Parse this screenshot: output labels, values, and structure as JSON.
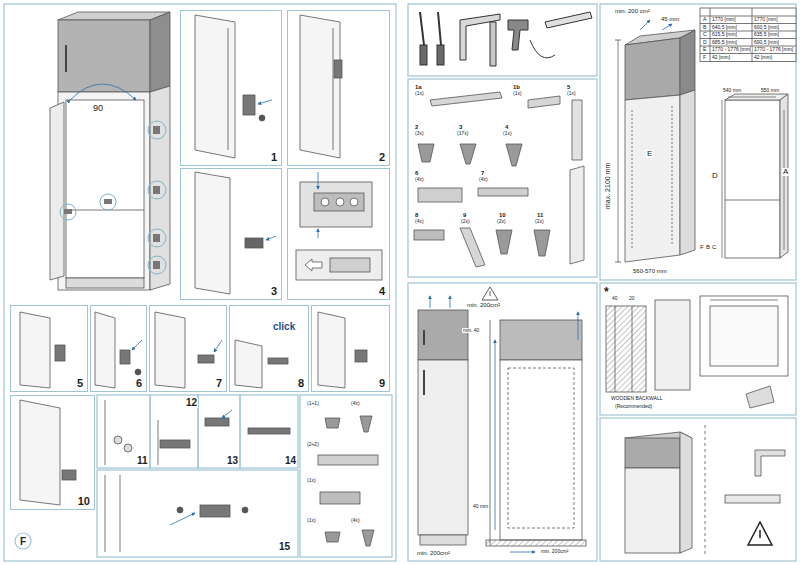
{
  "diagram": {
    "nodes": [
      {
        "text": [
          "1"
        ]
      },
      {
        "text": [
          "2"
        ]
      },
      {
        "text": [
          "3"
        ]
      },
      {
        "text": [
          "4"
        ]
      },
      {
        "text": [
          "5"
        ]
      },
      {
        "text": [
          "6"
        ]
      },
      {
        "text": [
          "7"
        ]
      },
      {
        "text": [
          "8"
        ]
      },
      {
        "text": [
          "9"
        ]
      },
      {
        "text": [
          "10"
        ]
      }
    ],
    "labels": [
      "90",
      "11",
      "12",
      "13",
      "14",
      "15",
      "click",
      "F",
      "(1+1)",
      "(4x)",
      "(2+2)",
      "(1x)",
      "(1x)",
      "(4x)",
      "1a",
      "(1x)",
      "1b",
      "(1x)",
      "2",
      "(3x)",
      "3",
      "(17x)",
      "4",
      "(1x)",
      "5",
      "(1x)",
      "6",
      "(4x)",
      "7",
      "(4x)",
      "8",
      "(4x)",
      "9",
      "(2x)",
      "10",
      "(2x)",
      "11",
      "(2x)",
      "min. 200 cm²",
      "45 mm",
      "max. 2100 mm",
      "E",
      "560-570 mm",
      "540 mm",
      "550 mm",
      "A",
      "D",
      "F",
      "B",
      "C",
      "A",
      "1770 [mm]",
      "1770 [mm]",
      "B",
      "640,5 [mm]",
      "600,5 [mm]",
      "C",
      "615,5 [mm]",
      "635,5 [mm]",
      "D",
      "685,5 [mm]",
      "690,5 [mm]",
      "E",
      "1770 - 1776 [mm]",
      "1770 - 1776 [mm]",
      "F",
      "42 [mm]",
      "42 [mm]",
      "min. 200cm²",
      "min. 40",
      "40 mm",
      "min. 200cm²",
      "min. 200cm²",
      "*",
      "40",
      "20",
      "WOODEN BACKWALL",
      "(Recommended)"
    ]
  }
}
